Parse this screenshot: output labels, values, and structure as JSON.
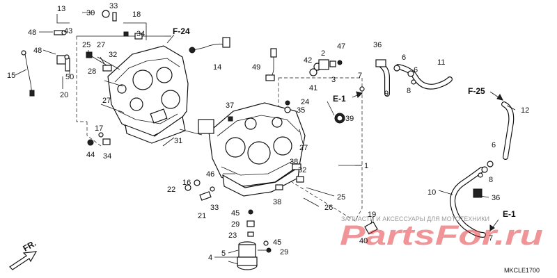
{
  "labels": {
    "p1": "1",
    "p2": "2",
    "p3": "3",
    "p4": "4",
    "p5": "5",
    "p6a": "6",
    "p6b": "6",
    "p6c": "6",
    "p7a": "7",
    "p7b": "7",
    "p8a": "8",
    "p8b": "8",
    "p9": "9",
    "p10": "10",
    "p11": "11",
    "p12": "12",
    "p13": "13",
    "p14": "14",
    "p15": "15",
    "p16": "16",
    "p17": "17",
    "p18": "18",
    "p19": "19",
    "p20": "20",
    "p21": "21",
    "p22": "22",
    "p23": "23",
    "p24": "24",
    "p25a": "25",
    "p25b": "25",
    "p26": "26",
    "p27a": "27",
    "p27b": "27",
    "p27c": "27",
    "p28": "28",
    "p29a": "29",
    "p29b": "29",
    "p30": "30",
    "p31": "31",
    "p32a": "32",
    "p32b": "32",
    "p33a": "33",
    "p33b": "33",
    "p34a": "34",
    "p34b": "34",
    "p35": "35",
    "p36a": "36",
    "p36b": "36",
    "p37": "37",
    "p38a": "38",
    "p38b": "38",
    "p39": "39",
    "p40": "40",
    "p41": "41",
    "p42": "42",
    "p43": "43",
    "p44": "44",
    "p45a": "45",
    "p45b": "45",
    "p46": "46",
    "p47": "47",
    "p48a": "48",
    "p48b": "48",
    "p49": "49",
    "p50": "50"
  },
  "refs": {
    "f24": "F-24",
    "f25": "F-25",
    "e1_top": "E-1",
    "e1_bottom": "E-1",
    "fr": "FR."
  },
  "code": "MKCLE1700",
  "watermark": {
    "tagline": "ЗАПЧАСТИ И АКСЕССУАРЫ ДЛЯ МОТОТЕХНИКИ",
    "brand": "PartsFor.ru"
  },
  "colors": {
    "ink": "#111111",
    "watermark_red": "#e22a30",
    "watermark_gray": "#9a9a9a"
  }
}
